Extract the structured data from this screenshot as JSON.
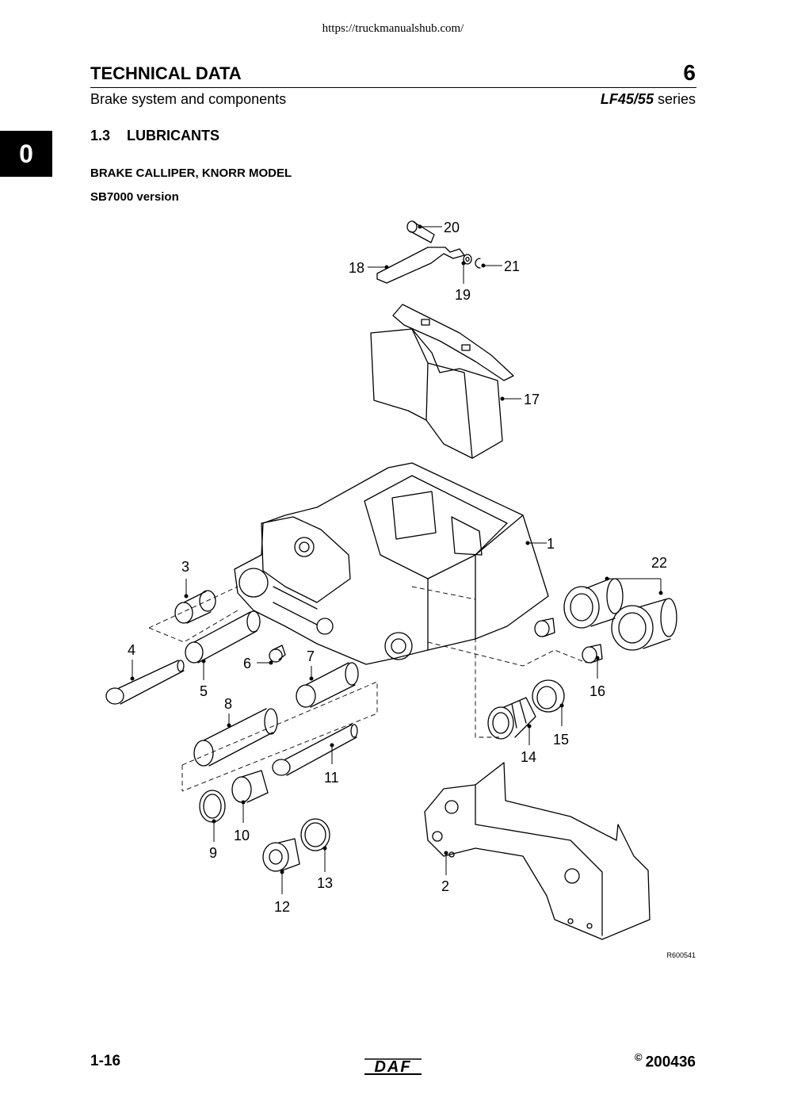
{
  "url": "https://truckmanualshub.com/",
  "header": {
    "title": "TECHNICAL DATA",
    "chapter": "6",
    "subtitle": "Brake system and components",
    "series_model": "LF45/55",
    "series_word": "series"
  },
  "side_tab": "0",
  "section": {
    "number": "1.3",
    "title": "LUBRICANTS"
  },
  "subheading": "BRAKE CALLIPER, KNORR MODEL",
  "version": "SB7000 version",
  "callouts": [
    "1",
    "2",
    "3",
    "4",
    "5",
    "6",
    "7",
    "8",
    "9",
    "10",
    "11",
    "12",
    "13",
    "14",
    "15",
    "16",
    "17",
    "18",
    "19",
    "20",
    "21",
    "22"
  ],
  "figure_ref": "R600541",
  "footer": {
    "page": "1-16",
    "copyright": "©",
    "code": "200436",
    "logo": "DAF"
  }
}
